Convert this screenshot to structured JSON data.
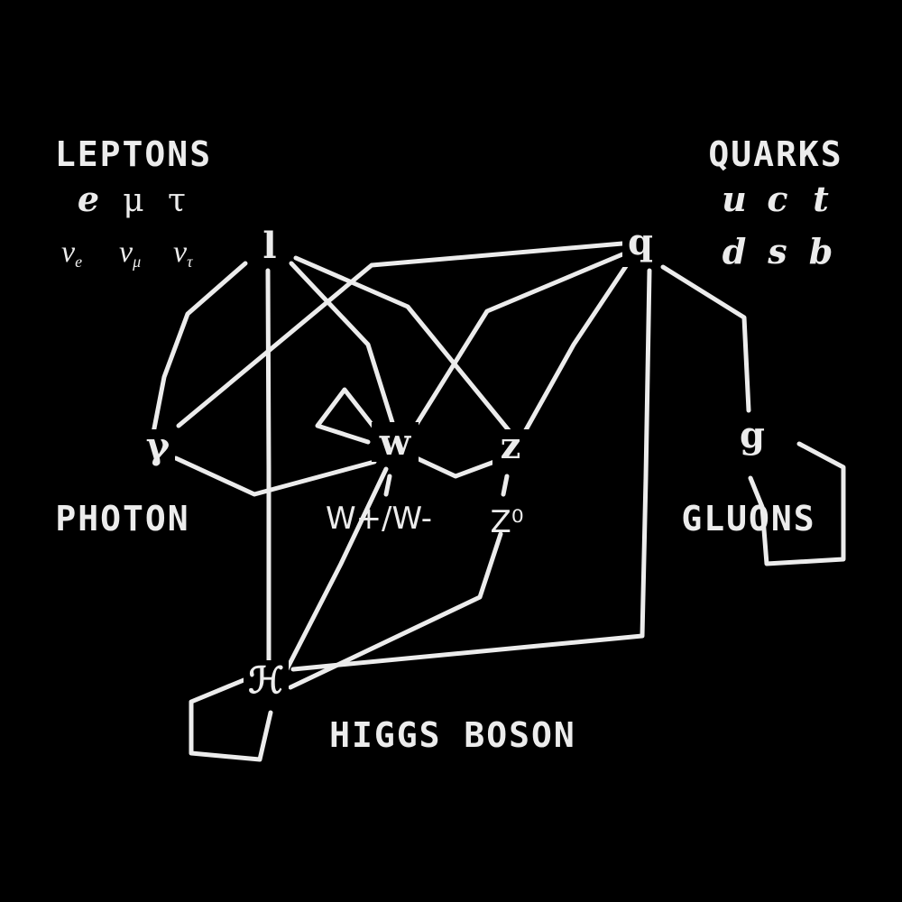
{
  "groups": {
    "leptons": {
      "title": "LEPTONS",
      "charged": [
        "e",
        "μ",
        "τ"
      ],
      "neutrinos": [
        {
          "base": "ν",
          "sub": "e"
        },
        {
          "base": "ν",
          "sub": "μ"
        },
        {
          "base": "ν",
          "sub": "τ"
        }
      ]
    },
    "quarks": {
      "title": "QUARKS",
      "up_row": [
        "u",
        "c",
        "t"
      ],
      "down_row": [
        "d",
        "s",
        "b"
      ]
    }
  },
  "nodes": {
    "lepton": "l",
    "quark": "q",
    "photon": "γ",
    "w": "w",
    "z": "z",
    "gluon": "g",
    "higgs": "ℋ"
  },
  "labels": {
    "photon": "PHOTON",
    "w_boson": "W+/W-",
    "z_boson": "Z⁰",
    "gluons": "GLUONS",
    "higgs": "HIGGS BOSON"
  },
  "colors": {
    "background": "#000000",
    "ink": "#ececec"
  }
}
